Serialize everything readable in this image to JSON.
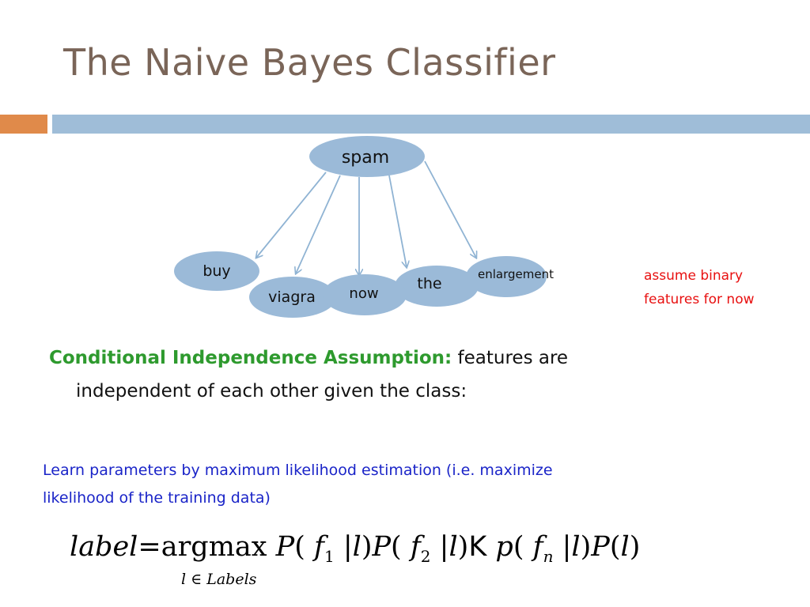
{
  "slide": {
    "title": "The Naive Bayes Classifier"
  },
  "colors": {
    "title": "#7a6558",
    "accent_orange": "#e08a4a",
    "accent_blue": "#9fbdd8",
    "node_fill": "#9bbad8",
    "edge": "#8fb3d3",
    "assumption_heading": "#2e9a2e",
    "note": "#e81010",
    "learn": "#1a24c8"
  },
  "diagram": {
    "root": "spam",
    "features": [
      "buy",
      "viagra",
      "now",
      "the",
      "enlargement"
    ],
    "note_lines": [
      "assume binary",
      "features for now"
    ]
  },
  "assumption": {
    "heading": "Conditional Independence Assumption:",
    "text_line1": "features are",
    "text_line2": "independent of each other given the class:"
  },
  "learn": {
    "line1": "Learn parameters by maximum likelihood estimation (i.e. maximize",
    "line2": "likelihood of the training data)"
  },
  "formula": {
    "lhs": "label",
    "equals": "=",
    "op": "argmax",
    "p1": "P",
    "f": "f",
    "sub1": "1",
    "bar": "|",
    "l": "l",
    "sub2": "2",
    "ellipsis": "K",
    "plow": "p",
    "subn": "n",
    "underset": "l ∈ Labels"
  }
}
